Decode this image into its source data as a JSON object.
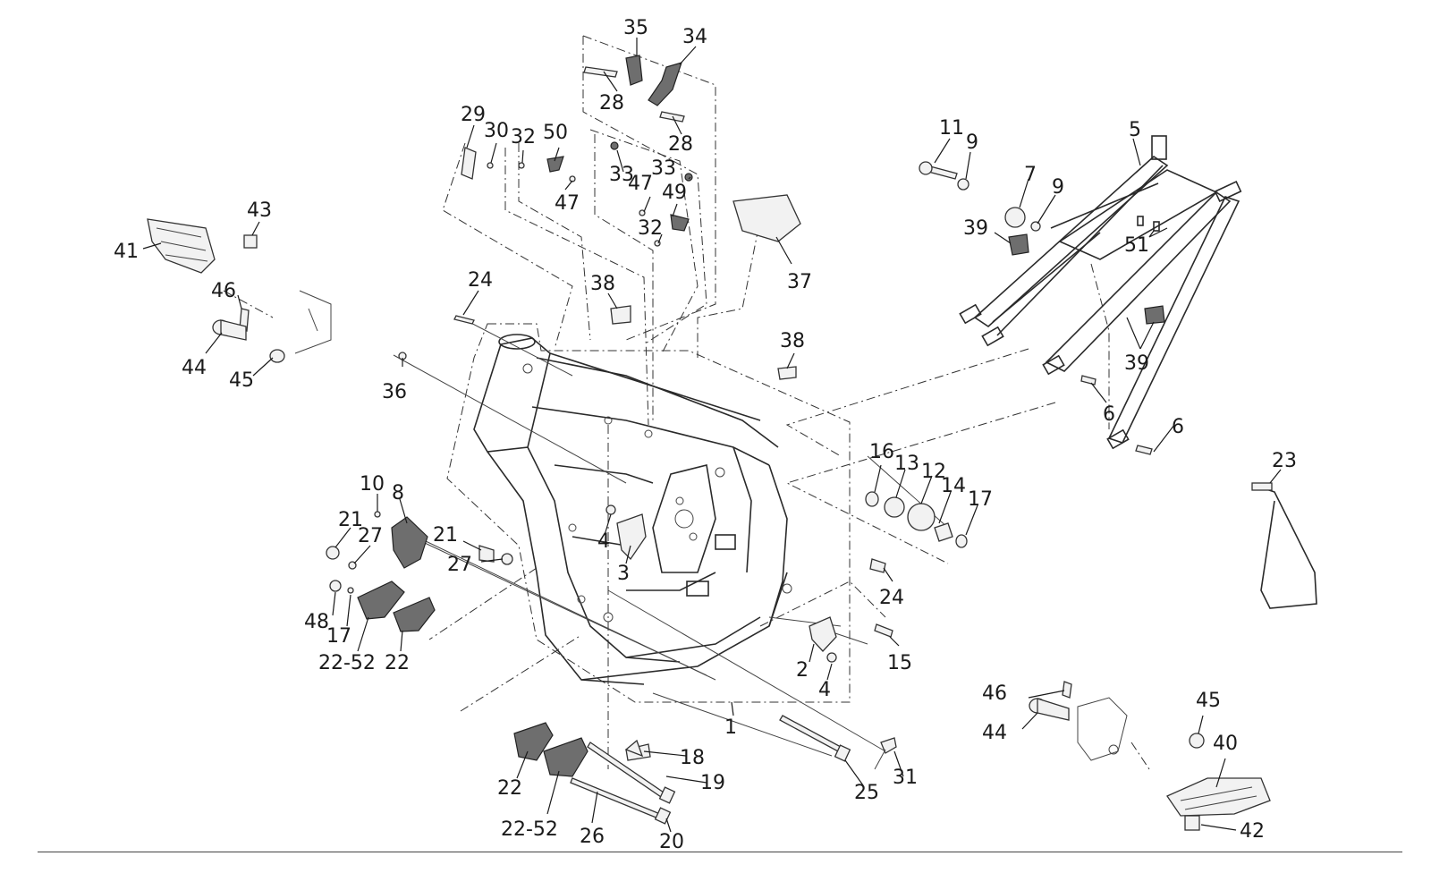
{
  "diagram": {
    "callouts": [
      {
        "id": "c35",
        "text": "35"
      },
      {
        "id": "c34",
        "text": "34"
      },
      {
        "id": "c28a",
        "text": "28"
      },
      {
        "id": "c28b",
        "text": "28"
      },
      {
        "id": "c29",
        "text": "29"
      },
      {
        "id": "c30",
        "text": "30"
      },
      {
        "id": "c32a",
        "text": "32"
      },
      {
        "id": "c50",
        "text": "50"
      },
      {
        "id": "c47a",
        "text": "47"
      },
      {
        "id": "c33a",
        "text": "33"
      },
      {
        "id": "c33b",
        "text": "33"
      },
      {
        "id": "c47b",
        "text": "47"
      },
      {
        "id": "c49",
        "text": "49"
      },
      {
        "id": "c32b",
        "text": "32"
      },
      {
        "id": "c37",
        "text": "37"
      },
      {
        "id": "c43",
        "text": "43"
      },
      {
        "id": "c41",
        "text": "41"
      },
      {
        "id": "c46a",
        "text": "46"
      },
      {
        "id": "c44a",
        "text": "44"
      },
      {
        "id": "c45a",
        "text": "45"
      },
      {
        "id": "c24a",
        "text": "24"
      },
      {
        "id": "c38a",
        "text": "38"
      },
      {
        "id": "c36",
        "text": "36"
      },
      {
        "id": "c38b",
        "text": "38"
      },
      {
        "id": "c11",
        "text": "11"
      },
      {
        "id": "c9a",
        "text": "9"
      },
      {
        "id": "c5",
        "text": "5"
      },
      {
        "id": "c7",
        "text": "7"
      },
      {
        "id": "c9b",
        "text": "9"
      },
      {
        "id": "c39a",
        "text": "39"
      },
      {
        "id": "c51",
        "text": "51"
      },
      {
        "id": "c39b",
        "text": "39"
      },
      {
        "id": "c6a",
        "text": "6"
      },
      {
        "id": "c6b",
        "text": "6"
      },
      {
        "id": "c16",
        "text": "16"
      },
      {
        "id": "c13",
        "text": "13"
      },
      {
        "id": "c12",
        "text": "12"
      },
      {
        "id": "c14",
        "text": "14"
      },
      {
        "id": "c17a",
        "text": "17"
      },
      {
        "id": "c23",
        "text": "23"
      },
      {
        "id": "c10",
        "text": "10"
      },
      {
        "id": "c8",
        "text": "8"
      },
      {
        "id": "c21a",
        "text": "21"
      },
      {
        "id": "c27a",
        "text": "27"
      },
      {
        "id": "c21b",
        "text": "21"
      },
      {
        "id": "c27b",
        "text": "27"
      },
      {
        "id": "c4a",
        "text": "4"
      },
      {
        "id": "c3",
        "text": "3"
      },
      {
        "id": "c24b",
        "text": "24"
      },
      {
        "id": "c48",
        "text": "48"
      },
      {
        "id": "c17b",
        "text": "17"
      },
      {
        "id": "c2252a",
        "text": "22-52"
      },
      {
        "id": "c22a",
        "text": "22"
      },
      {
        "id": "c15",
        "text": "15"
      },
      {
        "id": "c2",
        "text": "2"
      },
      {
        "id": "c4b",
        "text": "4"
      },
      {
        "id": "c1",
        "text": "1"
      },
      {
        "id": "c46b",
        "text": "46"
      },
      {
        "id": "c44b",
        "text": "44"
      },
      {
        "id": "c45b",
        "text": "45"
      },
      {
        "id": "c40",
        "text": "40"
      },
      {
        "id": "c18",
        "text": "18"
      },
      {
        "id": "c19",
        "text": "19"
      },
      {
        "id": "c22b",
        "text": "22"
      },
      {
        "id": "c25",
        "text": "25"
      },
      {
        "id": "c31",
        "text": "31"
      },
      {
        "id": "c2252b",
        "text": "22-52"
      },
      {
        "id": "c26",
        "text": "26"
      },
      {
        "id": "c20",
        "text": "20"
      },
      {
        "id": "c42",
        "text": "42"
      }
    ]
  }
}
